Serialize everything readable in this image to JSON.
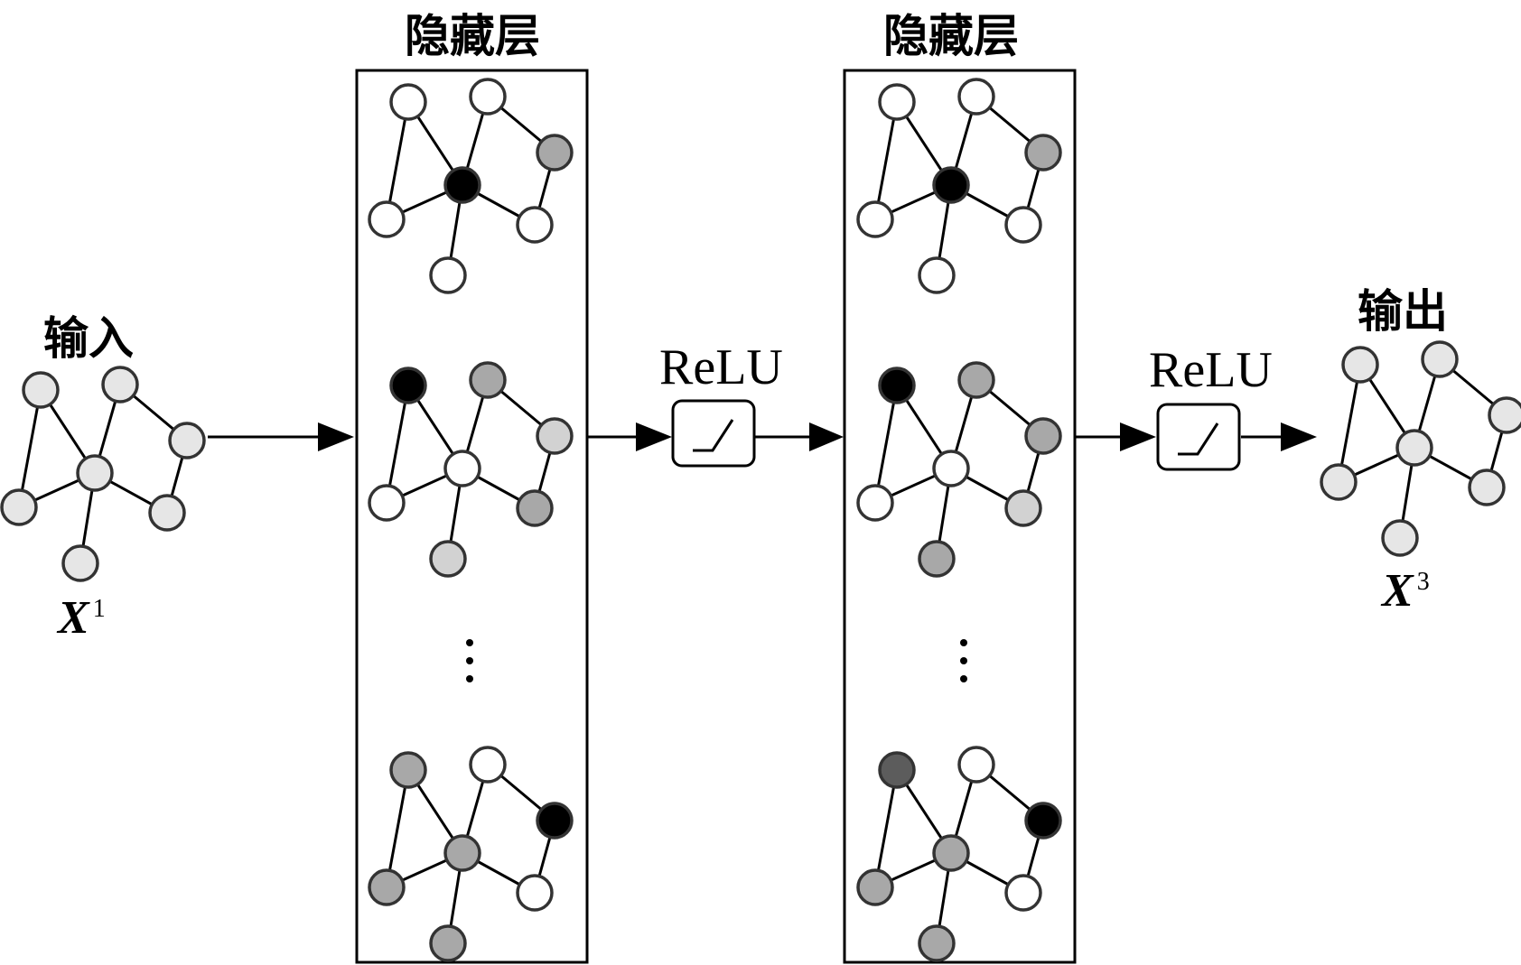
{
  "labels": {
    "input": "输入",
    "output": "输出",
    "hidden1": "隐藏层",
    "hidden2": "隐藏层",
    "relu1": "ReLU",
    "relu2": "ReLU",
    "x_in_base": "X",
    "x_in_sup": "1",
    "x_out_base": "X",
    "x_out_sup": "3"
  },
  "colors": {
    "white": "#ffffff",
    "light": "#e6e6e6",
    "lightgray": "#d2d2d2",
    "gray": "#a8a8a8",
    "darkgray": "#5c5c5c",
    "black": "#000000",
    "stroke": "#333333",
    "line": "#000000"
  },
  "graph_edges": [
    [
      0,
      4
    ],
    [
      0,
      5
    ],
    [
      1,
      4
    ],
    [
      1,
      2
    ],
    [
      2,
      6
    ],
    [
      4,
      5
    ],
    [
      4,
      6
    ],
    [
      4,
      7
    ]
  ],
  "graphs": [
    {
      "name": "input-graph",
      "fills": [
        "light",
        "light",
        "light",
        "light",
        "light",
        "light",
        "light",
        "light"
      ]
    },
    {
      "name": "hidden1-graph-1",
      "fills": [
        "white",
        "white",
        "gray",
        "white",
        "black",
        "white",
        "white",
        "white"
      ]
    },
    {
      "name": "hidden1-graph-2",
      "fills": [
        "black",
        "gray",
        "lightgray",
        "white",
        "white",
        "white",
        "gray",
        "lightgray"
      ]
    },
    {
      "name": "hidden1-graph-3",
      "fills": [
        "gray",
        "white",
        "black",
        "white",
        "gray",
        "gray",
        "white",
        "gray"
      ]
    },
    {
      "name": "hidden2-graph-1",
      "fills": [
        "white",
        "white",
        "gray",
        "white",
        "black",
        "white",
        "white",
        "white"
      ]
    },
    {
      "name": "hidden2-graph-2",
      "fills": [
        "black",
        "gray",
        "gray",
        "white",
        "white",
        "white",
        "lightgray",
        "gray"
      ]
    },
    {
      "name": "hidden2-graph-3",
      "fills": [
        "darkgray",
        "white",
        "black",
        "white",
        "gray",
        "gray",
        "white",
        "gray"
      ]
    },
    {
      "name": "output-graph",
      "fills": [
        "light",
        "light",
        "light",
        "light",
        "light",
        "light",
        "light",
        "light"
      ]
    }
  ]
}
